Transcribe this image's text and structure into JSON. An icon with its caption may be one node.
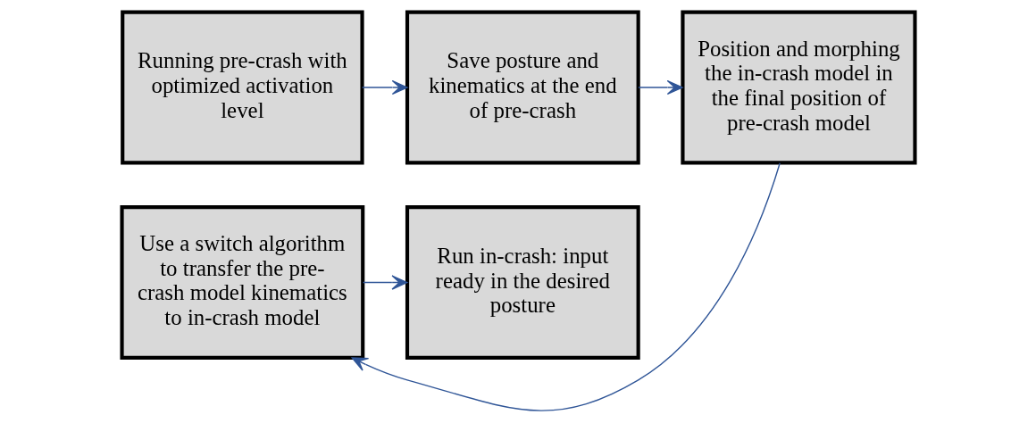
{
  "diagram": {
    "nodes": [
      {
        "text": [
          "Running pre-crash with optimized activation level"
        ]
      },
      {
        "text": [
          "Save posture and kinematics at the end of pre-crash"
        ]
      },
      {
        "text": [
          "Position and morphing the in-crash model in the final position of pre-crash model"
        ]
      },
      {
        "text": [
          "Use a switch algorithm to transfer the pre-crash model kinematics to in-crash model"
        ]
      },
      {
        "text": [
          "Run in-crash: input ready in the desired posture"
        ]
      }
    ],
    "edges": [
      {
        "from": 0,
        "to": 1,
        "arrow": "to"
      },
      {
        "from": 1,
        "to": 2,
        "arrow": "to"
      },
      {
        "from": 2,
        "to": 3,
        "arrow": "to"
      },
      {
        "from": 3,
        "to": 4,
        "arrow": "to"
      }
    ]
  }
}
